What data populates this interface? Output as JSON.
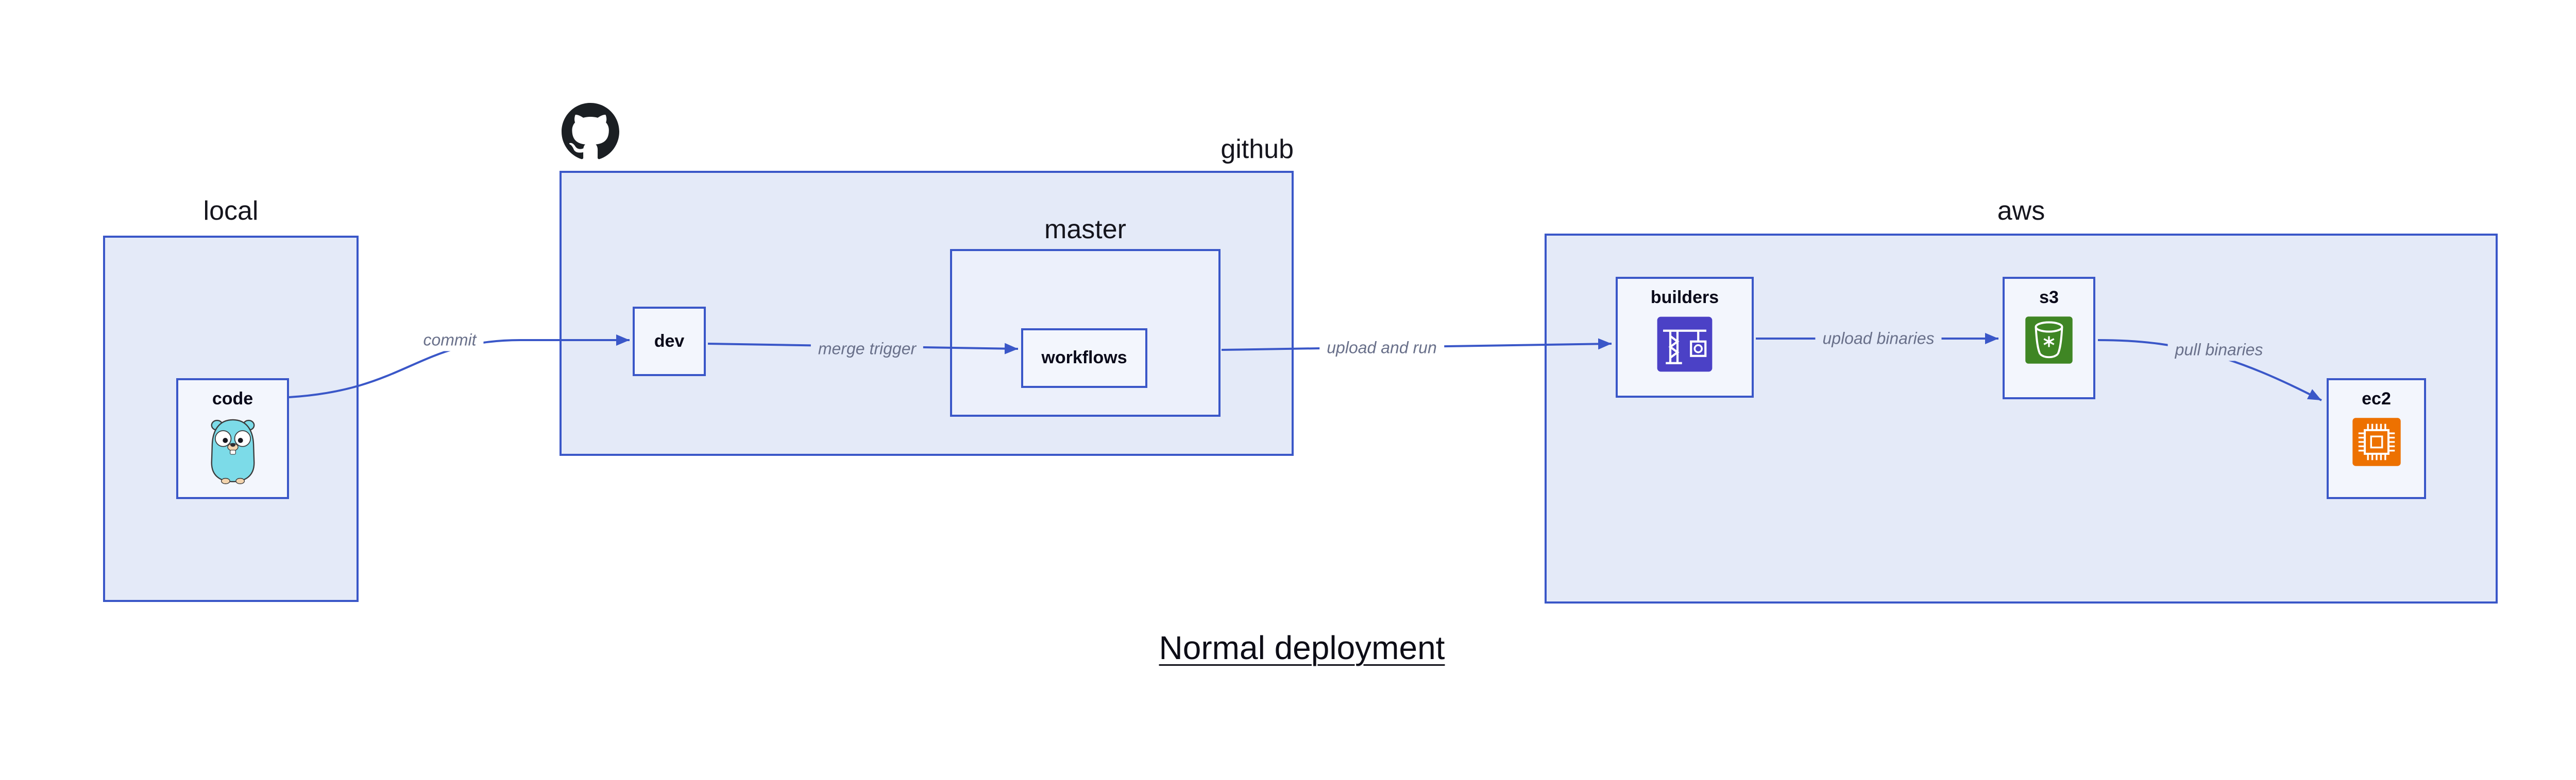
{
  "title": "Normal deployment",
  "colors": {
    "border_blue": "#3A57C8",
    "container_fill": "#E4EAF8",
    "nested_fill": "#ECF0FB",
    "node_fill": "#F3F6FD",
    "edge_label_text": "#69708A",
    "codebuild_purple": "#4B41C6",
    "s3_green": "#3F8624",
    "ec2_orange": "#ED7100",
    "gopher_teal": "#7CDBE8",
    "github_black": "#1B1F23"
  },
  "containers": {
    "local": {
      "label": "local"
    },
    "github": {
      "label": "github"
    },
    "master": {
      "label": "master"
    },
    "aws": {
      "label": "aws"
    }
  },
  "nodes": {
    "code": {
      "label": "code",
      "icon": "go-gopher-icon"
    },
    "dev": {
      "label": "dev"
    },
    "workflows": {
      "label": "workflows"
    },
    "builders": {
      "label": "builders",
      "icon": "codebuild-crane-icon"
    },
    "s3": {
      "label": "s3",
      "icon": "s3-bucket-icon"
    },
    "ec2": {
      "label": "ec2",
      "icon": "ec2-chip-icon"
    }
  },
  "edges": [
    {
      "from": "code",
      "to": "dev",
      "label": "commit"
    },
    {
      "from": "dev",
      "to": "workflows",
      "label": "merge trigger"
    },
    {
      "from": "master",
      "to": "builders",
      "label": "upload and run"
    },
    {
      "from": "builders",
      "to": "s3",
      "label": "upload binaries"
    },
    {
      "from": "s3",
      "to": "ec2",
      "label": "pull binaries"
    }
  ]
}
